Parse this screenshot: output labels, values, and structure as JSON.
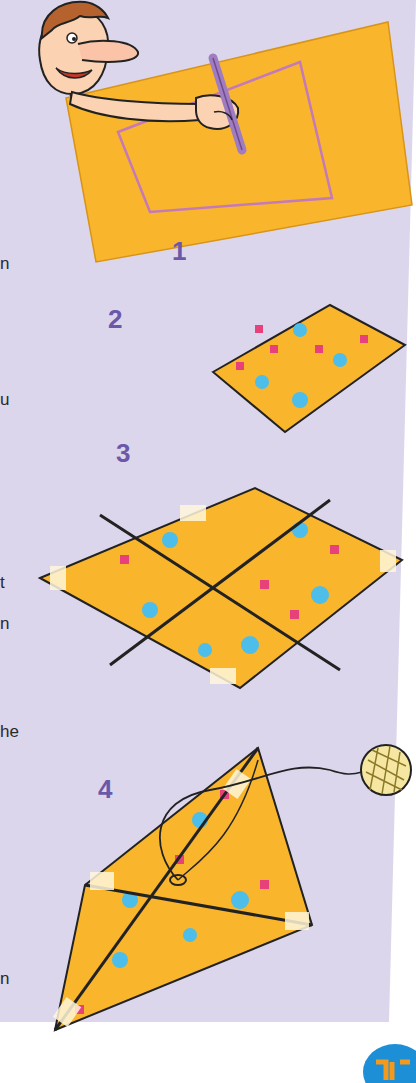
{
  "diagram": {
    "labels": [
      "1",
      "2",
      "3",
      "4",
      "n",
      "u",
      "t",
      "n",
      "he",
      "n"
    ]
  }
}
